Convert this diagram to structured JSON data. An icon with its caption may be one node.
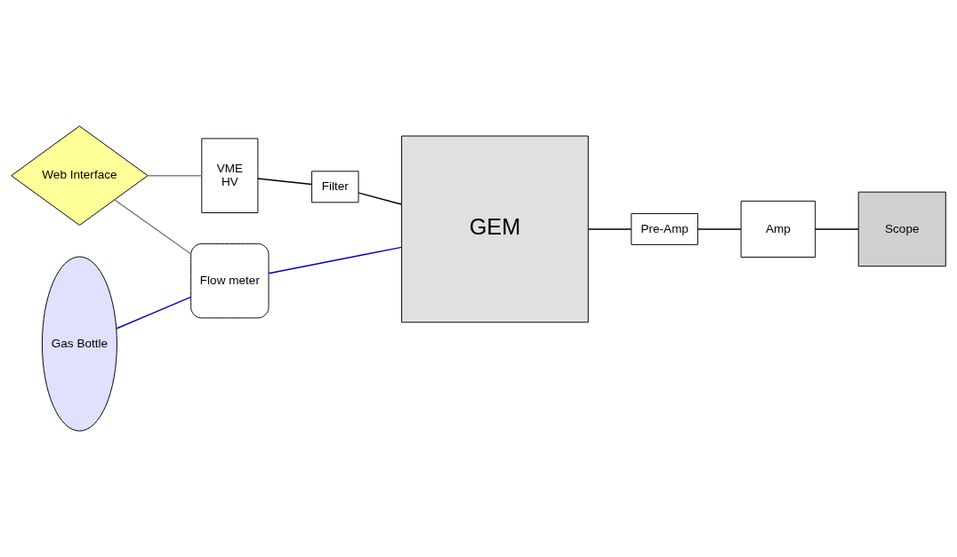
{
  "diagram": {
    "nodes": [
      {
        "text": [
          "Web Interface"
        ]
      },
      {
        "text": [
          "VME",
          "HV"
        ]
      },
      {
        "text": [
          "Filter"
        ]
      },
      {
        "text": [
          "GEM"
        ]
      },
      {
        "text": [
          "Gas Bottle"
        ]
      },
      {
        "text": [
          "Flow meter"
        ]
      },
      {
        "text": [
          "Pre-Amp"
        ]
      },
      {
        "text": [
          "Amp"
        ]
      },
      {
        "text": [
          "Scope"
        ]
      }
    ],
    "edges": [
      {
        "from": 0,
        "to": 1,
        "arrow": "none",
        "color": "#808080"
      },
      {
        "from": 1,
        "to": 2,
        "arrow": "none"
      },
      {
        "from": 2,
        "to": 3,
        "arrow": "none"
      },
      {
        "from": 0,
        "to": 5,
        "arrow": "none",
        "color": "#808080"
      },
      {
        "from": 4,
        "to": 5,
        "arrow": "none",
        "color": "#0000cc"
      },
      {
        "from": 5,
        "to": 3,
        "arrow": "none",
        "color": "#0000cc"
      },
      {
        "from": 3,
        "to": 6,
        "arrow": "none"
      },
      {
        "from": 6,
        "to": 7,
        "arrow": "none"
      },
      {
        "from": 7,
        "to": 8,
        "arrow": "none"
      }
    ]
  }
}
